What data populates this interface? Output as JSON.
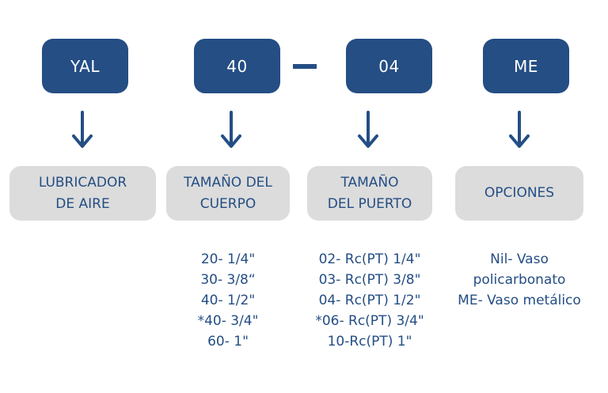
{
  "colors": {
    "code_box_bg": "#244e84",
    "code_text": "#ffffff",
    "label_box_bg": "#dcdcdc",
    "text": "#244e84"
  },
  "codes": [
    {
      "value": "YAL"
    },
    {
      "value": "40"
    },
    {
      "value": "04"
    },
    {
      "value": "ME"
    }
  ],
  "separator": "dash",
  "labels": [
    {
      "lines": [
        "LUBRICADOR",
        "DE AIRE"
      ]
    },
    {
      "lines": [
        "TAMAÑO DEL",
        "CUERPO"
      ]
    },
    {
      "lines": [
        "TAMAÑO",
        "DEL PUERTO"
      ]
    },
    {
      "lines": [
        "OPCIONES"
      ]
    }
  ],
  "options": {
    "body_size": [
      "20- 1/4\"",
      "30- 3/8“",
      "40- 1/2\"",
      "*40- 3/4\"",
      "60- 1\""
    ],
    "port_size": [
      "02- Rc(PT) 1/4\"",
      "03- Rc(PT) 3/8\"",
      "04- Rc(PT) 1/2\"",
      "*06- Rc(PT) 3/4\"",
      "10-Rc(PT) 1\""
    ],
    "extras": [
      "Nil- Vaso",
      "policarbonato",
      "ME- Vaso metálico"
    ]
  }
}
